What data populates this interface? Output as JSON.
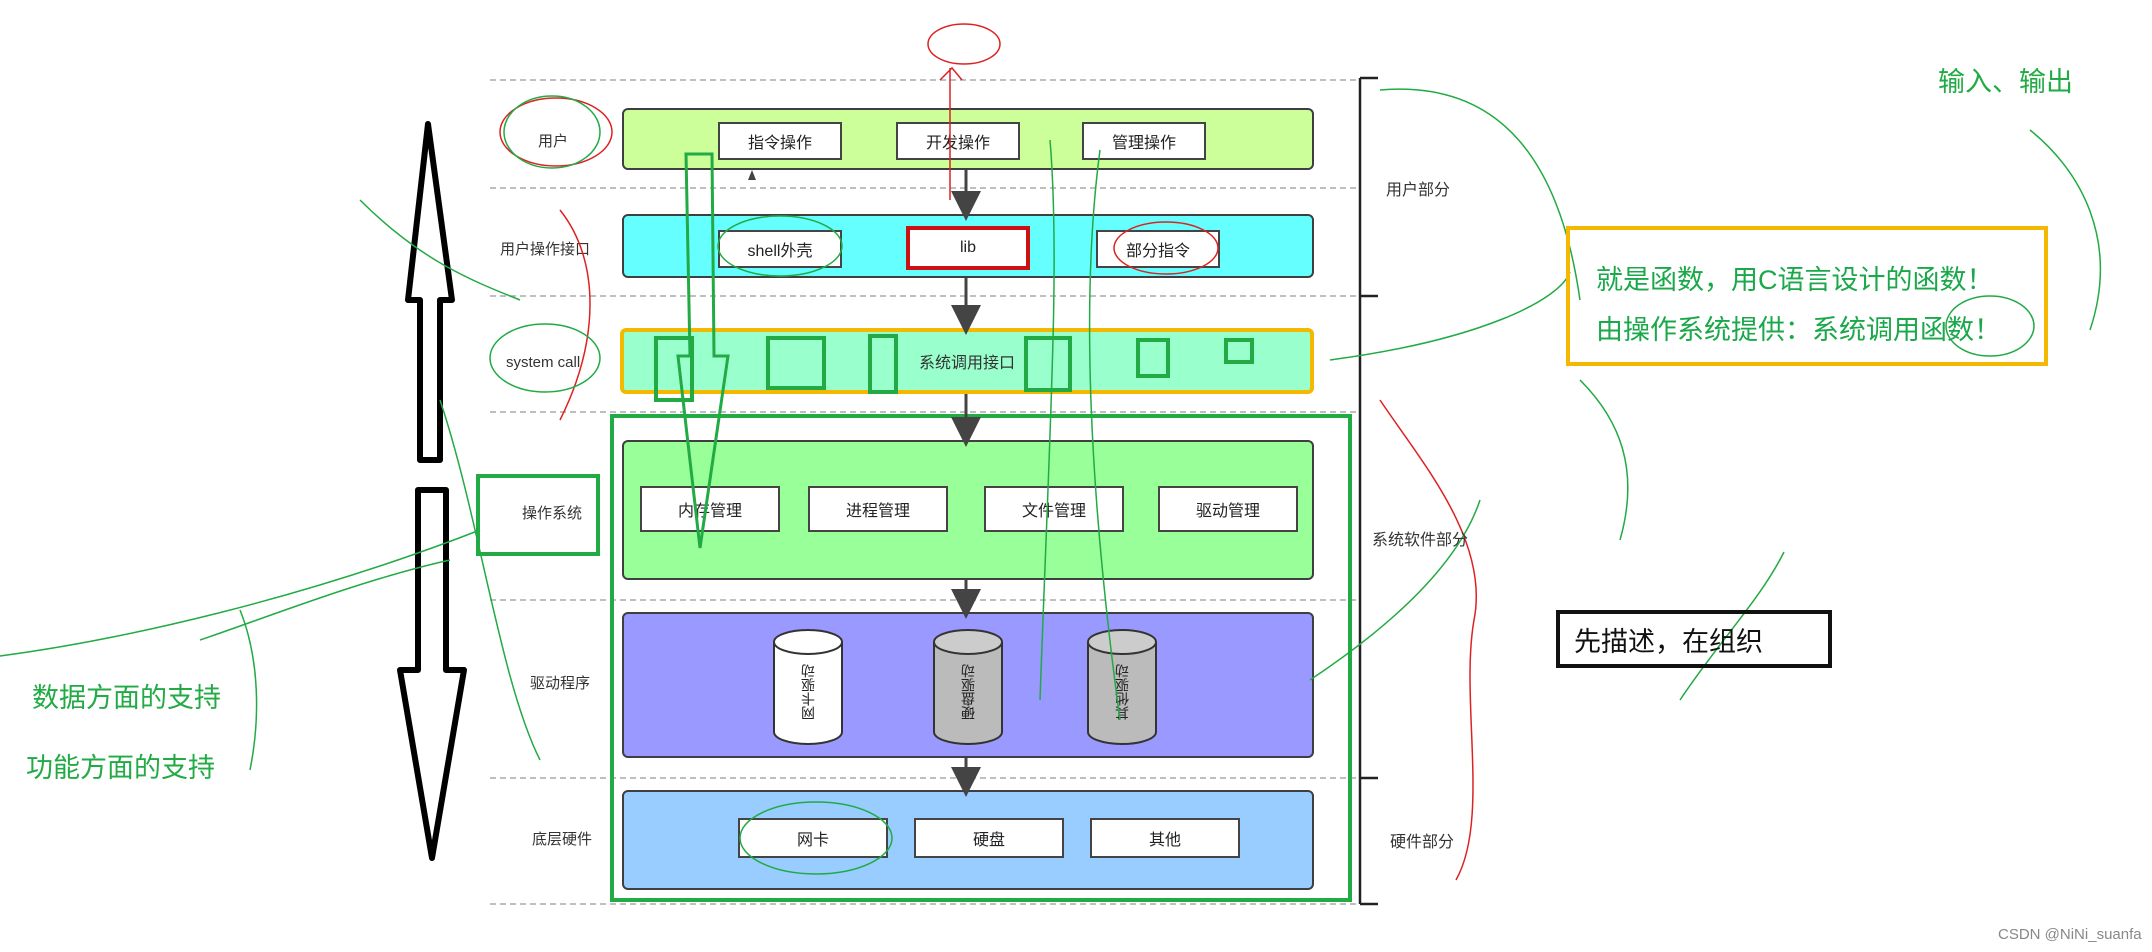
{
  "layers": {
    "user": {
      "label": "用户",
      "items": [
        "指令操作",
        "开发操作",
        "管理操作"
      ]
    },
    "user_interface": {
      "label": "用户操作接口",
      "items": [
        "shell外壳",
        "lib",
        "部分指令"
      ]
    },
    "syscall": {
      "label": "system call",
      "center": "系统调用接口"
    },
    "os": {
      "label": "操作系统",
      "items": [
        "内存管理",
        "进程管理",
        "文件管理",
        "驱动管理"
      ]
    },
    "driver": {
      "label": "驱动程序",
      "items": [
        "网卡驱动",
        "硬盘驱动",
        "其他驱动"
      ]
    },
    "hardware": {
      "label": "底层硬件",
      "items": [
        "网卡",
        "硬盘",
        "其他"
      ]
    }
  },
  "side_labels": {
    "user_part": "用户部分",
    "system_part": "系统软件部分",
    "hardware_part": "硬件部分"
  },
  "annotations": {
    "io": "输入、输出",
    "note_line1": "就是函数，用C语言设计的函数！",
    "note_line2": "由操作系统提供：系统调用函数！",
    "describe": "先描述，在组织",
    "data_support": "数据方面的支持",
    "func_support": "功能方面的支持",
    "watermark": "CSDN @NiNi_suanfa"
  },
  "colors": {
    "user_layer": "#ccff99",
    "ui_layer": "#66ffff",
    "syscall_layer": "#99ffcc",
    "os_layer": "#99ff99",
    "driver_layer": "#9999ff",
    "hardware_layer": "#99ccff",
    "annotation_green": "#22aa44",
    "note_border": "#f5b800",
    "lib_border": "#cc1111"
  }
}
